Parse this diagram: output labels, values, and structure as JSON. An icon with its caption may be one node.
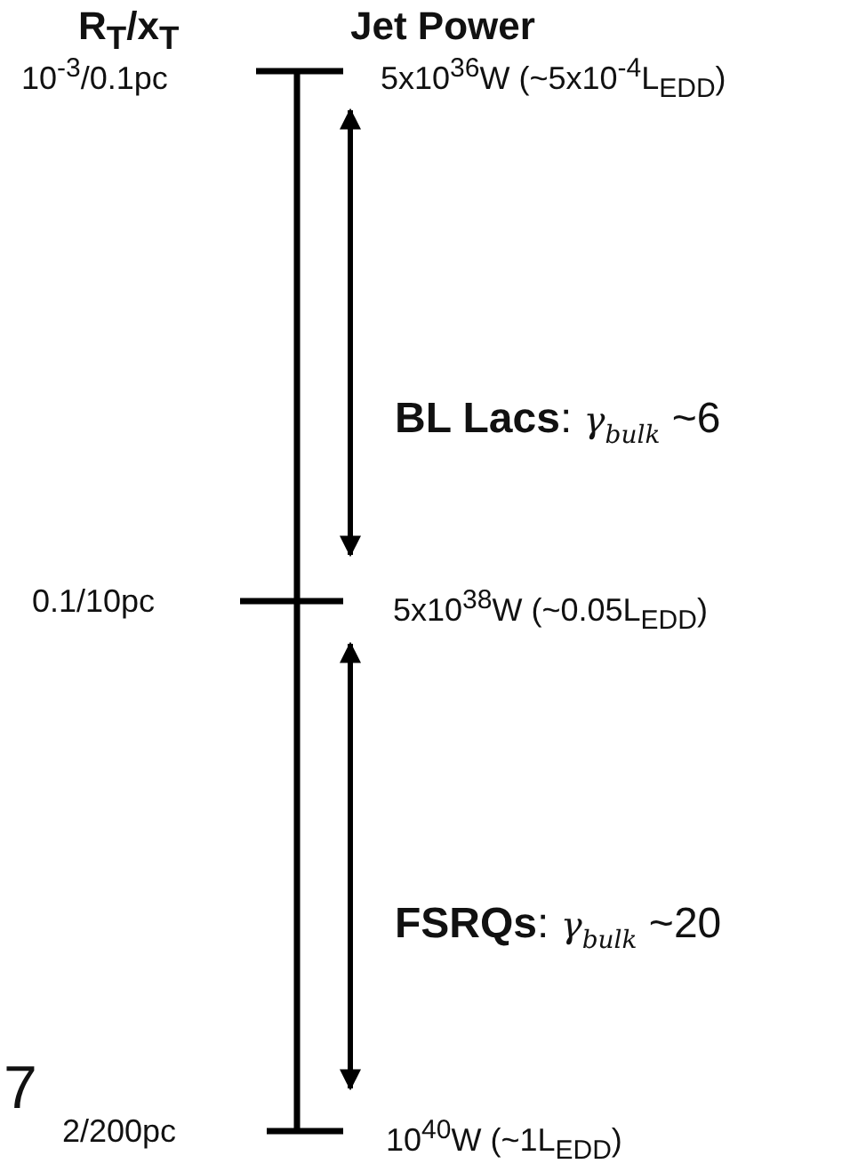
{
  "diagram": {
    "labels": [
      "R$_{T}$/x$_{T}$",
      "Jet Power",
      "10$^{-3}$/0.1pc",
      "5x10$^{36}$W (~5x10$^{-4}$L$_{EDD}$)",
      "**BL Lacs**: *γ*$_{bulk}$ ~6",
      "0.1/10pc",
      "5x10$^{38}$W  (~0.05L$_{EDD}$)",
      "**FSRQs**: *γ*$_{bulk}$ ~20",
      "7",
      "2/200pc",
      "10$^{40}$W (~1L$_{EDD}$)"
    ]
  }
}
